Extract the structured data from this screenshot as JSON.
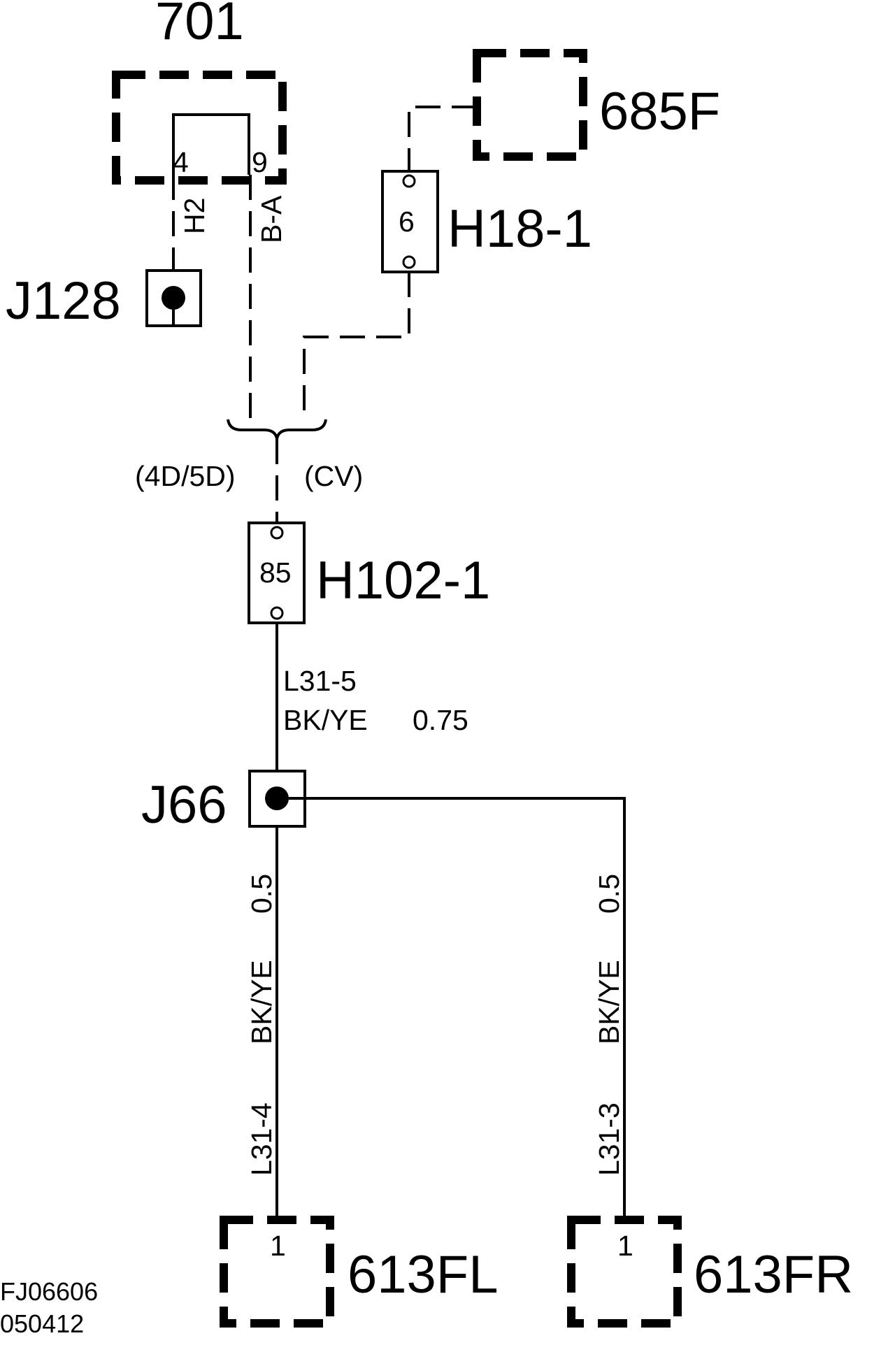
{
  "components": {
    "c701": {
      "label": "701",
      "pin_a": "4",
      "pin_b": "9",
      "wire_a": "H2",
      "wire_b": "B-A"
    },
    "c685f": {
      "label": "685F"
    },
    "h18": {
      "label": "H18-1",
      "pin": "6"
    },
    "j128": {
      "label": "J128"
    },
    "h102": {
      "label": "H102-1",
      "pin": "85"
    },
    "j66": {
      "label": "J66"
    },
    "c613fl": {
      "label": "613FL",
      "pin": "1"
    },
    "c613fr": {
      "label": "613FR",
      "pin": "1"
    }
  },
  "variants": {
    "left": "(4D/5D)",
    "right": "(CV)"
  },
  "wires": {
    "main": {
      "code": "L31-5",
      "spec": "BK/YE",
      "size": "0.75"
    },
    "left": {
      "code": "L31-4",
      "spec": "BK/YE",
      "size": "0.5"
    },
    "right": {
      "code": "L31-3",
      "spec": "BK/YE",
      "size": "0.5"
    }
  },
  "footer": {
    "drawing_no": "FJ06606",
    "date": "050412"
  }
}
